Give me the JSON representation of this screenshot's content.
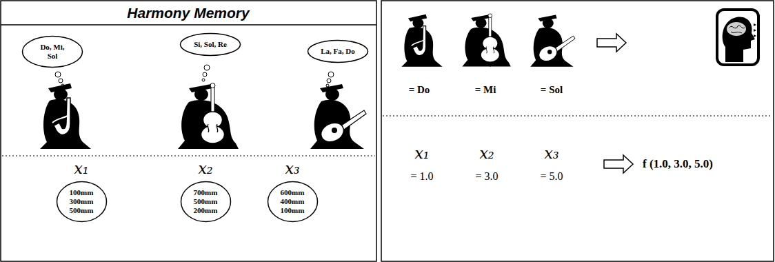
{
  "diagram": {
    "title": "Harmony Memory",
    "nodes": [
      {
        "text": [
          "Do, Mi, Sol"
        ]
      },
      {
        "text": [
          "Si, Sol, Re"
        ]
      },
      {
        "text": [
          "La, Fa, Do"
        ]
      },
      {
        "text": [
          "100mm 300mm 500mm"
        ]
      },
      {
        "text": [
          "700mm 500mm 200mm"
        ]
      },
      {
        "text": [
          "600mm 400mm 100mm"
        ]
      }
    ],
    "labels": [
      "x₁",
      "x₂",
      "x₃",
      "= Do",
      "= Mi",
      "= Sol",
      "x₁",
      "= 1.0",
      "x₂",
      "= 3.0",
      "x₃",
      "= 5.0",
      "f (1.0, 3.0, 5.0)"
    ]
  }
}
